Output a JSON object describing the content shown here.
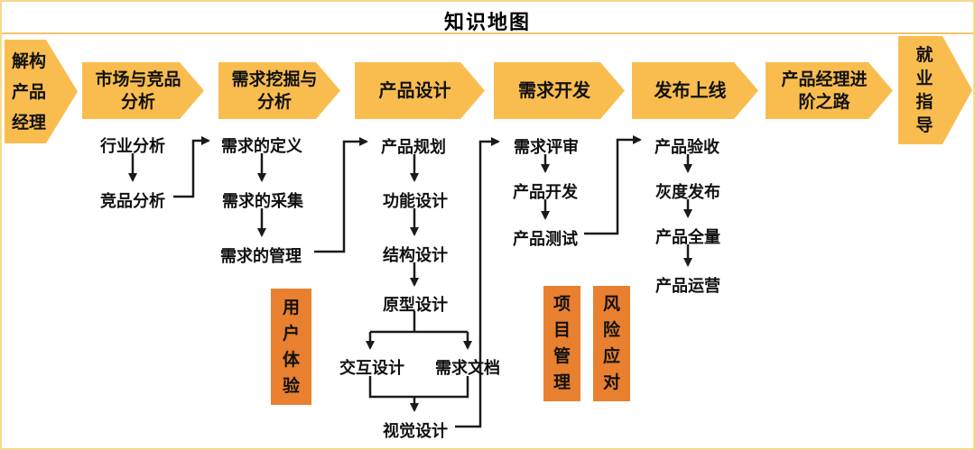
{
  "title": "知识地图",
  "colors": {
    "chevron_fill": "#F9BD4F",
    "side_box_fill": "#E8802F",
    "page_border": "#F6D88F",
    "title_separator": "#F2C46C",
    "connector_line": "#1A1A1A",
    "text": "#111111"
  },
  "stages": [
    {
      "label": "解构产品经理",
      "lines": [
        "解构",
        "产品",
        "经理"
      ]
    },
    {
      "label": "市场与竞品分析",
      "lines": [
        "市场与竞品",
        "分析"
      ]
    },
    {
      "label": "需求挖掘与分析",
      "lines": [
        "需求挖掘与",
        "分析"
      ]
    },
    {
      "label": "产品设计",
      "lines": [
        "产品设计"
      ]
    },
    {
      "label": "需求开发",
      "lines": [
        "需求开发"
      ]
    },
    {
      "label": "发布上线",
      "lines": [
        "发布上线"
      ]
    },
    {
      "label": "产品经理进阶之路",
      "lines": [
        "产品经理进",
        "阶之路"
      ]
    },
    {
      "label": "就业指导",
      "lines": [
        "就",
        "业",
        "指",
        "导"
      ]
    }
  ],
  "flow_columns": [
    {
      "stage": "市场与竞品分析",
      "items": [
        "行业分析",
        "竞品分析"
      ]
    },
    {
      "stage": "需求挖掘与分析",
      "items": [
        "需求的定义",
        "需求的采集",
        "需求的管理"
      ]
    },
    {
      "stage": "产品设计",
      "items": [
        "产品规划",
        "功能设计",
        "结构设计",
        "原型设计",
        "交互设计",
        "需求文档",
        "视觉设计"
      ]
    },
    {
      "stage": "需求开发",
      "items": [
        "需求评审",
        "产品开发",
        "产品测试"
      ]
    },
    {
      "stage": "发布上线",
      "items": [
        "产品验收",
        "灰度发布",
        "产品全量",
        "产品运营"
      ]
    }
  ],
  "side_boxes": [
    {
      "label": "用户体验"
    },
    {
      "label": "项目管理"
    },
    {
      "label": "风险应对"
    }
  ]
}
